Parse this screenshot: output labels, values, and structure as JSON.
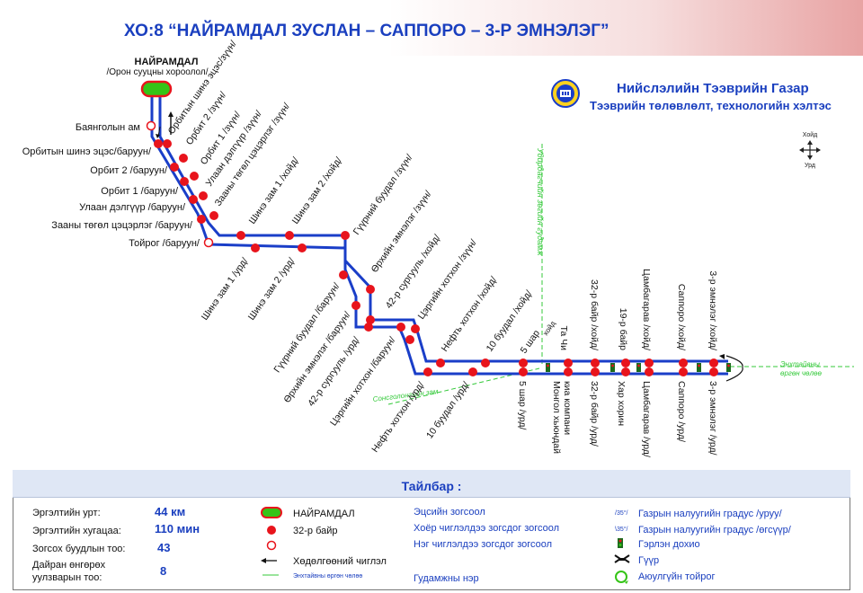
{
  "title": "ХО:8 “НАЙРАМДАЛ ЗУСЛАН – САППОРО – 3-Р ЭМНЭЛЭГ”",
  "org": {
    "name": "Нийслэлийн Тээврийн Газар",
    "subtitle": "Тээврийн төлөвлөлт, технологийн хэлтэс"
  },
  "compass": {
    "north": "Хойд",
    "south": "Урд"
  },
  "terminal": {
    "name": "НАЙРАМДАЛ",
    "sub": "/Орон сууцны хороолол/"
  },
  "left_stops": [
    "Баянголын ам",
    "Орбитын шинэ эцэс/баруун/",
    "Орбит 2 /баруун/",
    "Орбит 1 /баруун/",
    "Улаан дэлгүүр /баруун/",
    "Зааны төгөл цэцэрлэг /баруун/",
    "Тойрог /баруун/"
  ],
  "upper_rot_labels": [
    "Орбитын шинэ эцэс/зүүн/",
    "Орбит 2 /зүүн/",
    "Орбит 1 /зүүн/",
    "Улаан дэлгүүр /зүүн/",
    "Зааны төгөл цэцэрлэг /зүүн/",
    "Шинэ зам 1 /хойд/",
    "Шинэ зам 2 /хойд/",
    "Гүүрний буудал /зүүн/",
    "Өрхийн эмнэлэг /зүүн/",
    "42-р сургууль /хойд/",
    "Цэргийн хотхон /зүүн/",
    "Нефть хотхон /хойд/",
    "10 буудал /хойд/",
    "5 шар",
    "хойд"
  ],
  "lower_rot_labels": [
    "Шинэ зам 1 /урд/",
    "Шинэ зам 2 /урд/",
    "Гүүрний буудал /баруун/",
    "Өрхийн эмнэлэг /баруун/",
    "42-р сургууль /урд/",
    "Цэргийн хотхон /баруун/",
    "Нефть хотхон /урд/",
    "10 буудал /урд/"
  ],
  "top_vert_labels": [
    "Та Чи",
    "32-р байр /хойд/",
    "19-р байр",
    "Цамбагарав /хойд/",
    "Саппоро /хойд/",
    "3-р эмнэлэг /хойд/"
  ],
  "bottom_vert_labels": [
    "5 шар /урд/",
    "Монгол хьюндай",
    "киа компани",
    "32-р байр /урд/",
    "Хар хорин",
    "Цамбагарав /урд/",
    "Саппоро /урд/",
    "3-р эмнэлэг /урд/"
  ],
  "streets": {
    "vertical": "Удирдагчийн зөгийн гудамж",
    "diagonal": "Сонсголонгийн зам",
    "east": "Энхтайвны өргөн чөлөө"
  },
  "legend": {
    "title": "Тайлбар :",
    "stats": [
      {
        "label": "Эргэлтийн урт:",
        "value": "44 км"
      },
      {
        "label": "Эргэлтийн хугацаа:",
        "value": "110 мин"
      },
      {
        "label": "Зогсох буудлын тоо:",
        "value": "43"
      },
      {
        "label": "Дайран өнгөрөх",
        "value": "8"
      },
      {
        "label": "уулзварын тоо:",
        "value": ""
      }
    ],
    "symbols": [
      "НАЙРАМДАЛ",
      "32-р байр",
      "Хөдөлгөөний чиглэл",
      "Энхтайвны өргөн чөлөө"
    ],
    "stops": [
      "Эцсийн зогсоол",
      "Хоёр чиглэлдээ зогсдог зогсоол",
      "Нэг чиглэлдээ зогсдог зогсоол",
      "Гудамжны нэр"
    ],
    "signs": [
      {
        "code": "/35°/",
        "label": "Газрын налуугийн градус /уруу/"
      },
      {
        "code": "\\35°/",
        "label": "Газрын налуугийн градус /өгсүүр/"
      },
      {
        "code": "",
        "label": "Гэрлэн дохио"
      },
      {
        "code": "",
        "label": "Гүүр"
      },
      {
        "code": "",
        "label": "Аюулгүйн тойрог"
      }
    ]
  },
  "colors": {
    "route": "#1a3ec8",
    "stop": "#e8141c",
    "terminal": "#35c417",
    "street": "#34c93a",
    "title": "#1a3fbf"
  }
}
